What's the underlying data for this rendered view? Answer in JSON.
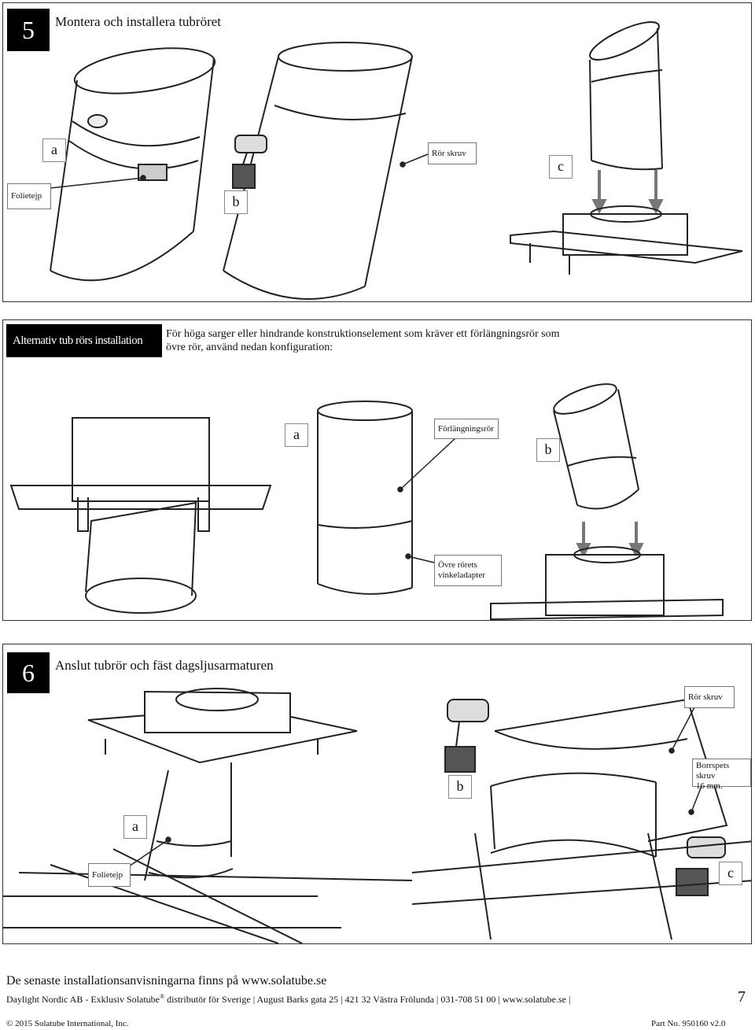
{
  "step5": {
    "number": "5",
    "title": "Montera och installera tubröret",
    "labels": {
      "a": "a",
      "b": "b",
      "c": "c",
      "screw": "Rör skruv",
      "tape": "Folietejp"
    }
  },
  "alt": {
    "title": "Alternativ tub rörs installation",
    "desc_line1": "För höga sarger eller hindrande konstruktionselement som kräver ett förlängningsrör som",
    "desc_line2": "övre rör, använd nedan konfiguration:",
    "labels": {
      "a": "a",
      "b": "b",
      "extension": "Förlängningsrör",
      "adapter_line1": "Övre rörets",
      "adapter_line2": "vinkeladapter"
    }
  },
  "step6": {
    "number": "6",
    "title": "Anslut tubrör och fäst dagsljusarmaturen",
    "labels": {
      "a": "a",
      "b": "b",
      "c": "c",
      "screw": "Rör skruv",
      "drill_screw_line1": "Borrspets skruv",
      "drill_screw_line2": "16 mm.",
      "tape": "Folietejp"
    }
  },
  "footer": {
    "latest": "De senaste installationsanvisningarna finns på www.solatube.se",
    "company_a": "Daylight Nordic AB - Exklusiv Solatube",
    "reg_mark": "®",
    "company_b": " distributör för Sverige | August Barks gata 25 | 421 32 Västra Frölunda | 031-708 51 00 | www.solatube.se |",
    "page": "7",
    "copyright": "© 2015 Solatube International, Inc.",
    "part_no": "Part No. 950160 v2.0"
  }
}
